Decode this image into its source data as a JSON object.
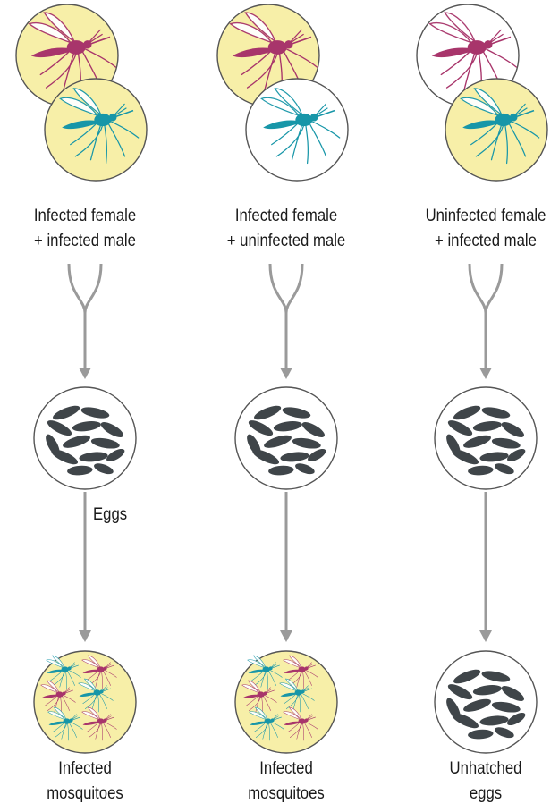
{
  "colors": {
    "infected_fill": "#f7efa8",
    "uninfected_fill": "#ffffff",
    "female_mosquito": "#a8356b",
    "male_mosquito": "#1796a8",
    "egg": "#3f4549",
    "arrow": "#9a9a9a",
    "outline": "#555555"
  },
  "icons": {
    "female": "female-mosquito-icon",
    "male": "male-mosquito-icon",
    "eggs": "egg-cluster-icon",
    "brood": "mosquito-swarm-icon"
  },
  "columns": [
    {
      "female_infected": true,
      "male_infected": true,
      "cross_label": [
        "Infected female",
        "+ infected male"
      ],
      "outcome": "infected",
      "outcome_label": [
        "Infected",
        "mosquitoes"
      ]
    },
    {
      "female_infected": true,
      "male_infected": false,
      "cross_label": [
        "Infected female",
        "+ uninfected male"
      ],
      "outcome": "infected",
      "outcome_label": [
        "Infected",
        "mosquitoes"
      ]
    },
    {
      "female_infected": false,
      "male_infected": true,
      "cross_label": [
        "Uninfected female",
        "+ infected male"
      ],
      "outcome": "unhatched",
      "outcome_label": [
        "Unhatched",
        "eggs"
      ]
    }
  ],
  "eggs_label": "Eggs"
}
